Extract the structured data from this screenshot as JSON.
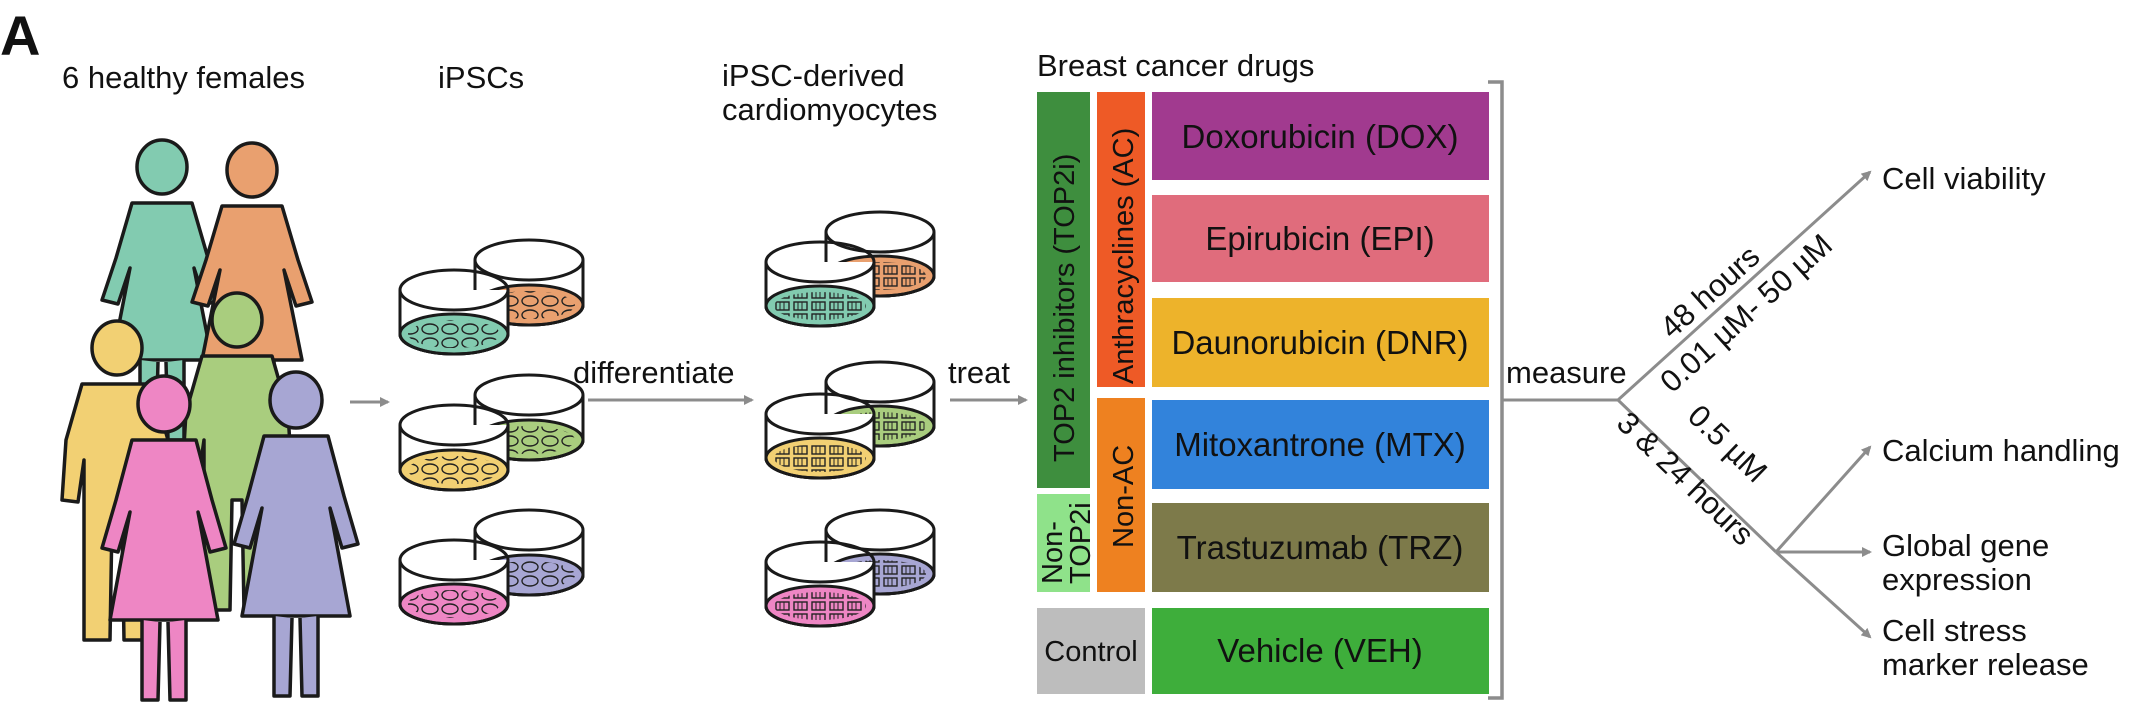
{
  "panel_label": "A",
  "steps": {
    "donors": "6 healthy females",
    "ipscs": "iPSCs",
    "cardio_line1": "iPSC-derived",
    "cardio_line2": "cardiomyocytes",
    "differentiate": "differentiate",
    "treat": "treat",
    "drugs_title": "Breast cancer drugs",
    "measure": "measure"
  },
  "groups": {
    "top2i": "TOP2 inhibitors (TOP2i)",
    "non_top2i_line1": "Non-",
    "non_top2i_line2": "TOP2i",
    "anthracyclines": "Anthracyclines (AC)",
    "non_ac": "Non-AC",
    "control": "Control"
  },
  "drugs": [
    {
      "label": "Doxorubicin (DOX)",
      "color": "#A13A8F"
    },
    {
      "label": "Epirubicin (EPI)",
      "color": "#E06C7C"
    },
    {
      "label": "Daunorubicin (DNR)",
      "color": "#EDB32B"
    },
    {
      "label": "Mitoxantrone (MTX)",
      "color": "#3283DB"
    },
    {
      "label": "Trastuzumab (TRZ)",
      "color": "#7D7A4A"
    },
    {
      "label": "Vehicle (VEH)",
      "color": "#3EAE3B"
    }
  ],
  "conditions": {
    "upper_time": "48 hours",
    "upper_dose": "0.01 µM- 50 µM",
    "lower_dose": "0.5 µM",
    "lower_time": "3 & 24 hours"
  },
  "outcomes": {
    "viability": "Cell viability",
    "calcium": "Calcium handling",
    "gene_line1": "Global gene",
    "gene_line2": "expression",
    "stress_line1": "Cell stress",
    "stress_line2": "marker release"
  },
  "colors": {
    "top2i_green": "#3E8E3E",
    "non_top2i_green": "#8FE28A",
    "orange": "#EE8120",
    "ac_orange": "#EE5A26",
    "control_gray": "#BDBDBD",
    "arrow_gray": "#8C8C8C",
    "people": [
      "#82CBB0",
      "#E9A06F",
      "#F2D073",
      "#A9CD7E",
      "#EE86C4",
      "#A7A6D3"
    ]
  }
}
